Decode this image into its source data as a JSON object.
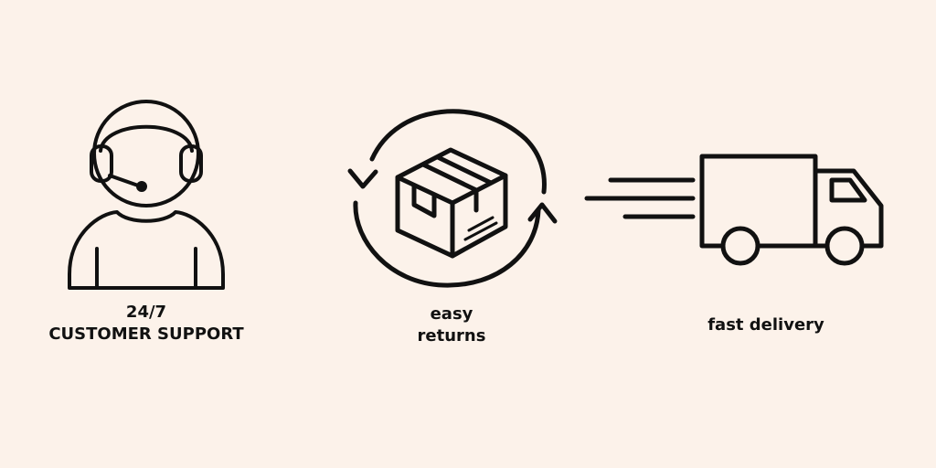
{
  "colors": {
    "background": "#fcf2ea",
    "ink": "#111111"
  },
  "features": [
    {
      "icon": "headset-agent-icon",
      "lines": [
        "24/7",
        "CUSTOMER SUPPORT"
      ]
    },
    {
      "icon": "box-returns-icon",
      "lines": [
        "easy",
        "returns"
      ]
    },
    {
      "icon": "delivery-truck-icon",
      "lines": [
        "fast delivery"
      ]
    }
  ]
}
